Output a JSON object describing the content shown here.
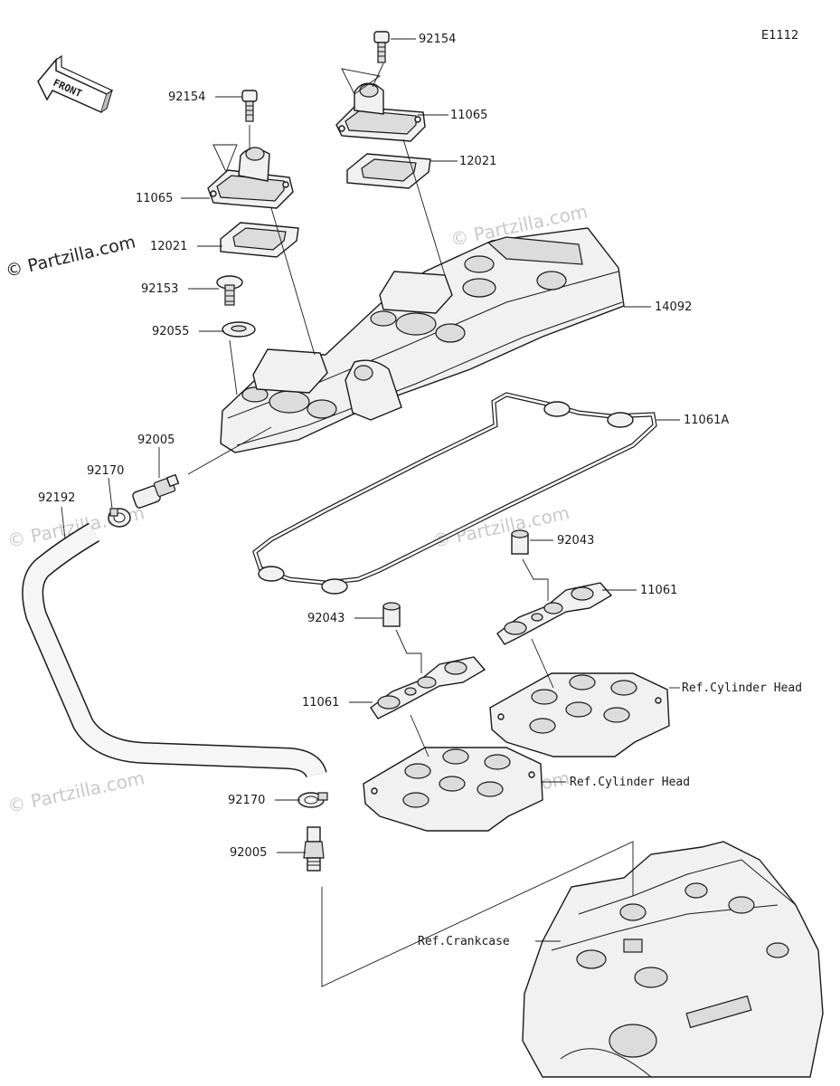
{
  "diagram": {
    "code": "E1112",
    "copyright": "© Partzilla.com",
    "watermark": "© Partzilla.com",
    "front_label": "FRONT",
    "labels": [
      {
        "id": "bolt-top",
        "text": "92154"
      },
      {
        "id": "bolt-left",
        "text": "92154"
      },
      {
        "id": "breather-cover-right",
        "text": "11065"
      },
      {
        "id": "breather-cover-left",
        "text": "11065"
      },
      {
        "id": "plate-gasket-right",
        "text": "12021"
      },
      {
        "id": "plate-gasket-left",
        "text": "12021"
      },
      {
        "id": "bolt-92153",
        "text": "92153"
      },
      {
        "id": "washer-92055",
        "text": "92055"
      },
      {
        "id": "head-cover",
        "text": "14092"
      },
      {
        "id": "cover-gasket",
        "text": "11061A"
      },
      {
        "id": "fitting-upper",
        "text": "92005"
      },
      {
        "id": "clamp-upper",
        "text": "92170"
      },
      {
        "id": "hose",
        "text": "92192"
      },
      {
        "id": "dowel-right",
        "text": "92043"
      },
      {
        "id": "plug-gasket-right",
        "text": "11061"
      },
      {
        "id": "dowel-left",
        "text": "92043"
      },
      {
        "id": "plug-gasket-left",
        "text": "11061"
      },
      {
        "id": "ref-cyl-head-right",
        "text": "Ref.Cylinder Head"
      },
      {
        "id": "ref-cyl-head-left",
        "text": "Ref.Cylinder Head"
      },
      {
        "id": "clamp-lower",
        "text": "92170"
      },
      {
        "id": "fitting-lower",
        "text": "92005"
      },
      {
        "id": "ref-crankcase",
        "text": "Ref.Crankcase"
      }
    ]
  }
}
